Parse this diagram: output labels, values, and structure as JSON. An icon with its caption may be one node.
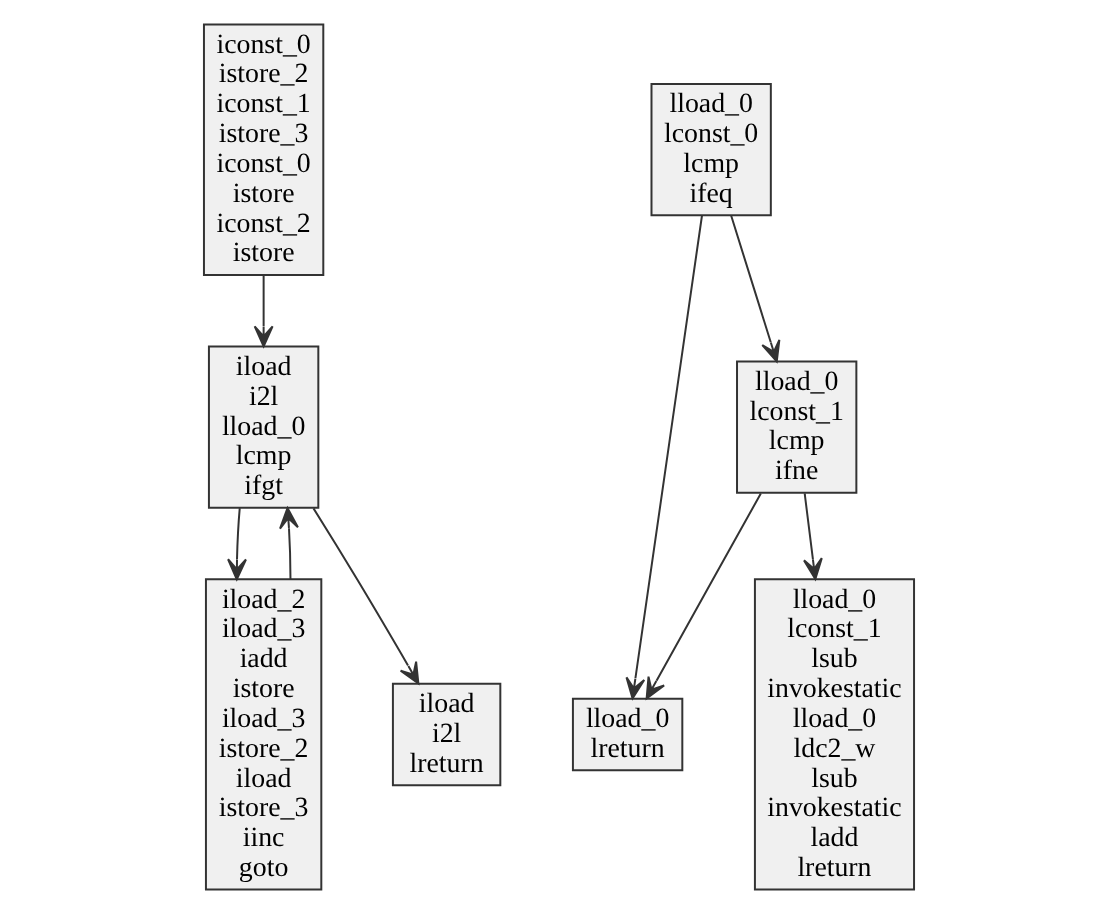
{
  "diagram": {
    "nodes": [
      {
        "text": [
          "iconst_0",
          "istore_2",
          "iconst_1",
          "istore_3",
          "iconst_0",
          "istore",
          "iconst_2",
          "istore"
        ]
      },
      {
        "text": [
          "iload",
          "i2l",
          "lload_0",
          "lcmp",
          "ifgt"
        ]
      },
      {
        "text": [
          "iload_2",
          "iload_3",
          "iadd",
          "istore",
          "iload_3",
          "istore_2",
          "iload",
          "istore_3",
          "iinc",
          "goto"
        ]
      },
      {
        "text": [
          "iload",
          "i2l",
          "lreturn"
        ]
      },
      {
        "text": [
          "lload_0",
          "lconst_0",
          "lcmp",
          "ifeq"
        ]
      },
      {
        "text": [
          "lload_0",
          "lconst_1",
          "lcmp",
          "ifne"
        ]
      },
      {
        "text": [
          "lload_0",
          "lreturn"
        ]
      },
      {
        "text": [
          "lload_0",
          "lconst_1",
          "lsub",
          "invokestatic",
          "lload_0",
          "ldc2_w",
          "lsub",
          "invokestatic",
          "ladd",
          "lreturn"
        ]
      }
    ],
    "edges": [
      {
        "from": 0,
        "to": 1,
        "arrow": "to"
      },
      {
        "from": 1,
        "to": 2,
        "arrow": "to"
      },
      {
        "from": 2,
        "to": 1,
        "arrow": "to"
      },
      {
        "from": 1,
        "to": 3,
        "arrow": "to"
      },
      {
        "from": 4,
        "to": 5,
        "arrow": "to"
      },
      {
        "from": 4,
        "to": 6,
        "arrow": "to"
      },
      {
        "from": 5,
        "to": 6,
        "arrow": "to"
      },
      {
        "from": 5,
        "to": 7,
        "arrow": "to"
      }
    ]
  }
}
